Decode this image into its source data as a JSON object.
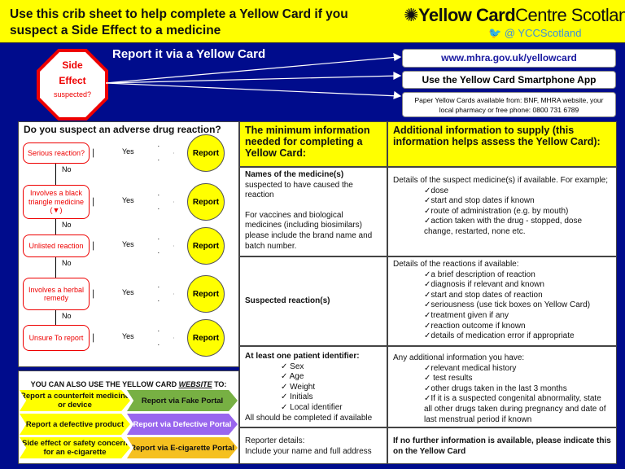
{
  "header": {
    "title": "Use this crib sheet to help complete a Yellow Card if you suspect a Side Effect to a medicine",
    "logo": "Yellow Card Centre Scotland",
    "logo_bold": "Yellow Card",
    "logo_light": "Centre Scotland",
    "twitter": "@ YCCScotland"
  },
  "report": {
    "sign_line1": "Side",
    "sign_line2": "Effect",
    "sign_line3": "suspected?",
    "title": "Report it via a Yellow Card",
    "website": "www.mhra.gov.uk/yellowcard",
    "app": "Use the Yellow Card Smartphone App",
    "paper": "Paper Yellow Cards available from: BNF, MHRA website, your local pharmacy or free phone: 0800 731 6789"
  },
  "flow": {
    "title": "Do you suspect an adverse drug reaction?",
    "yes": "Yes",
    "no": "No",
    "report": "Report",
    "steps": [
      {
        "label": "Serious reaction?"
      },
      {
        "label": "Involves a black triangle medicine (▼)"
      },
      {
        "label": "Unlisted reaction"
      },
      {
        "label": "Involves a herbal remedy"
      },
      {
        "label": "Unsure To report"
      }
    ]
  },
  "website": {
    "title_pre": "YOU CAN ALSO USE THE YELLOW CARD ",
    "title_em": "WEBSITE",
    "title_post": " TO:",
    "rows": [
      {
        "left": "Report a counterfeit medicine or device",
        "right": "Report via Fake Portal",
        "color": "#77b043"
      },
      {
        "left": "Report a defective product",
        "right": "Report via Defective Portal",
        "color": "#9966ee"
      },
      {
        "left": "Side effect or safety concern for an e-cigarette",
        "right": "Report via E-cigarette Portal",
        "color": "#f5c020"
      }
    ]
  },
  "table": {
    "col1_header": "The minimum information needed for completing a Yellow Card:",
    "col2_header": "Additional information to supply (this information helps assess the Yellow Card):",
    "row1": {
      "c1_bold": "Names of the medicine(s)",
      "c1": "suspected to have caused the reaction",
      "c1b": "For vaccines and biological medicines (including biosimilars) please include the brand name and batch number.",
      "c2": "Details of the suspect medicine(s) if available. For example;",
      "c2_items": [
        "✓dose",
        "✓start and stop dates if known",
        "✓route of administration (e.g. by mouth)",
        "✓action taken with the drug - stopped, dose change, restarted, none etc."
      ]
    },
    "row2": {
      "c1_bold": "Suspected reaction(s)",
      "c2": "Details of the reactions if available:",
      "c2_items": [
        "✓a brief description of reaction",
        "✓diagnosis if relevant and known",
        "✓start and stop dates of reaction",
        "✓seriousness (use tick boxes on Yellow Card)",
        "✓treatment given  if any",
        "✓reaction outcome if known",
        "✓details of medication error if appropriate"
      ]
    },
    "row3": {
      "c1_bold": "At least one patient identifier:",
      "c1_items": [
        "✓ Sex",
        "✓ Age",
        "✓ Weight",
        "✓ Initials",
        "✓ Local identifier"
      ],
      "c1_foot": "All should be completed if available",
      "c2": "Any additional information you have:",
      "c2_items": [
        "✓relevant medical history",
        "✓ test results",
        "✓other drugs taken in the last 3 months",
        "✓If it is a suspected congenital abnormality, state all other drugs taken during pregnancy and date of last menstrual period  if known"
      ]
    },
    "row4": {
      "c1_bold": "Reporter details:",
      "c1": "Include your name and full address",
      "c2": "If no further information is available, please indicate this on the Yellow Card"
    }
  }
}
